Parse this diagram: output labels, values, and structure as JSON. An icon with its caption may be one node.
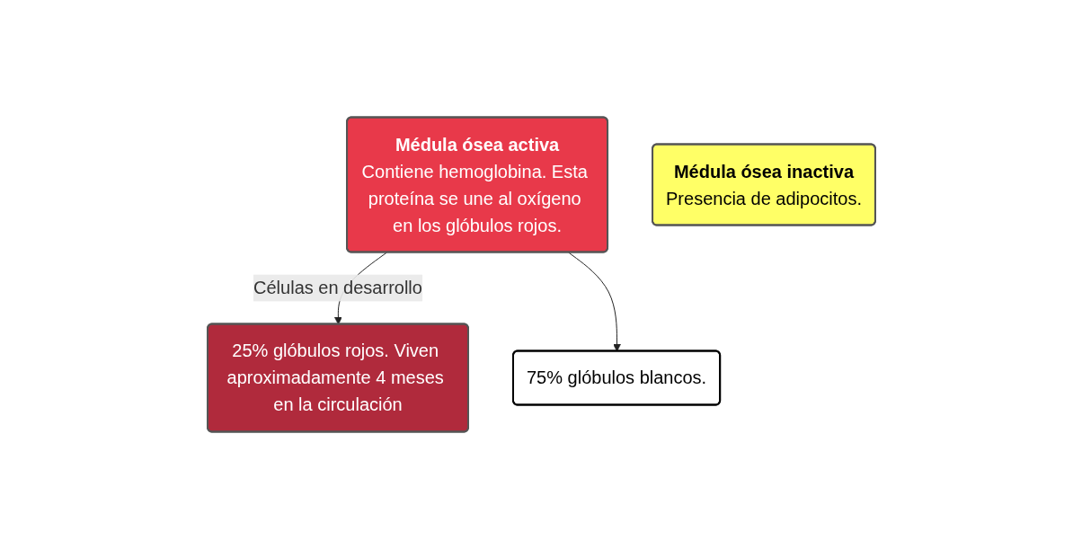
{
  "diagram": {
    "nodes": [
      {
        "text": [
          "Médula ósea activa",
          "Contiene hemoglobina. Esta proteína se une al oxígeno en los glóbulos rojos."
        ]
      },
      {
        "text": [
          "Médula ósea inactiva",
          "Presencia de adipocitos."
        ]
      },
      {
        "text": [
          "25% glóbulos rojos. Viven aproximadamente 4 meses en la circulación"
        ]
      },
      {
        "text": [
          "75% glóbulos blancos."
        ]
      }
    ],
    "edges": [
      {
        "from": 0,
        "to": 2,
        "arrow": "to",
        "label": "Células en desarrollo"
      },
      {
        "from": 0,
        "to": 3,
        "arrow": "to"
      }
    ]
  }
}
